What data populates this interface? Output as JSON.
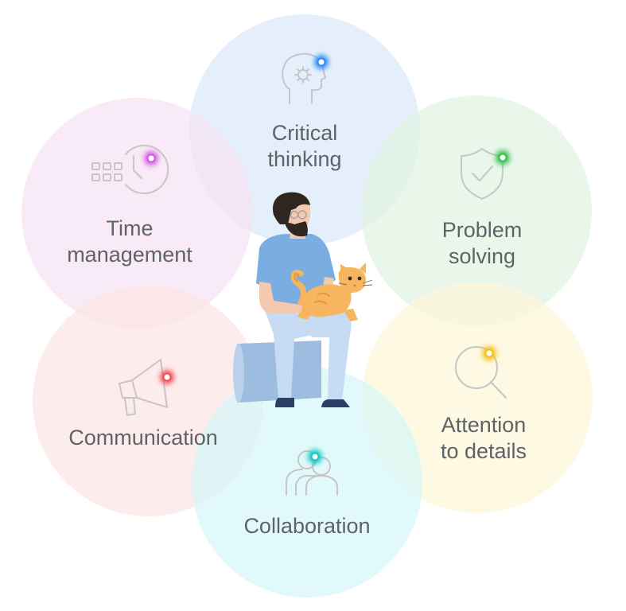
{
  "skills": [
    {
      "id": "critical-thinking",
      "lines": [
        "Critical",
        "thinking"
      ],
      "icon": "head-gear-icon",
      "fill": "#dbe9fb",
      "dot": "#2f8bf7"
    },
    {
      "id": "problem-solving",
      "lines": [
        "Problem",
        "solving"
      ],
      "icon": "shield-check-icon",
      "fill": "#e1f3e2",
      "dot": "#35c24a"
    },
    {
      "id": "attention-to-details",
      "lines": [
        "Attention",
        "to details"
      ],
      "icon": "magnifier-icon",
      "fill": "#fdf6d8",
      "dot": "#f6c21a"
    },
    {
      "id": "collaboration",
      "lines": [
        "Collaboration"
      ],
      "icon": "people-icon",
      "fill": "#d5f7f8",
      "dot": "#14c8c4"
    },
    {
      "id": "communication",
      "lines": [
        "Communication"
      ],
      "icon": "megaphone-icon",
      "fill": "#fce4e4",
      "dot": "#f2525a"
    },
    {
      "id": "time-management",
      "lines": [
        "Time",
        "management"
      ],
      "icon": "calendar-clock-icon",
      "fill": "#f5e2f4",
      "dot": "#d25de0"
    }
  ],
  "colors": {
    "label": "#5f6368",
    "icon_stroke": "#c6c6c6",
    "shirt": "#7aaee2",
    "pants": "#c7dcf3",
    "seat": "#9dbde0",
    "cat": "#f7b560",
    "hair": "#2e2620",
    "skin": "#f5c9ae"
  }
}
